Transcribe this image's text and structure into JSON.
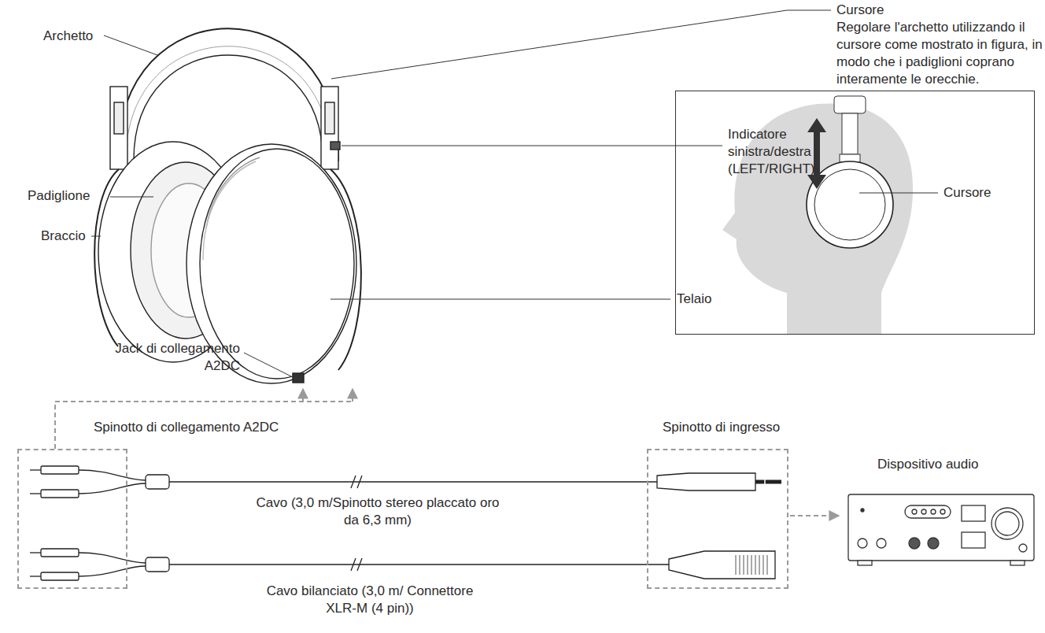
{
  "diagram": {
    "nodes": [
      {
        "text": [
          "Cursore"
        ]
      },
      {
        "text": [
          "Spinotto di collegamento A2DC"
        ]
      },
      {
        "text": [
          "Spinotto di ingresso"
        ]
      },
      {
        "text": [
          "Dispositivo audio"
        ]
      }
    ],
    "edges": [
      {
        "from": 2,
        "to": 3,
        "arrow": "to"
      }
    ],
    "labels": [
      "Archetto",
      "Cursore",
      "Regolare l'archetto utilizzando il cursore come mostrato in figura, in modo che i padiglioni coprano interamente le orecchie.",
      "Indicatore sinistra/destra (LEFT/RIGHT)",
      "Padiglione",
      "Braccio",
      "Telaio",
      "Jack di collegamento A2DC",
      "Cavo (3,0 m/Spinotto stereo placcato oro da 6,3 mm)",
      "Cavo bilanciato (3,0 m/ Connettore XLR-M (4 pin))"
    ]
  }
}
